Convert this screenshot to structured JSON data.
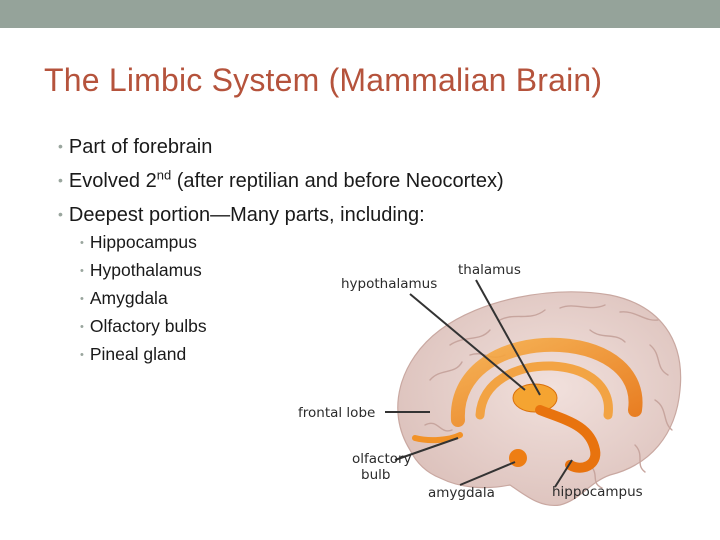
{
  "slide": {
    "title": "The Limbic System (Mammalian Brain)",
    "bullets": [
      {
        "text": "Part of forebrain"
      },
      {
        "text_before": "Evolved 2",
        "superscript": "nd",
        "text_after": " (after reptilian and before Neocortex)"
      },
      {
        "text": "Deepest portion—Many parts, including:"
      }
    ],
    "sub_bullets": [
      "Hippocampus",
      "Hypothalamus",
      "Amygdala",
      "Olfactory bulbs",
      "Pineal gland"
    ],
    "bullet_glyph": "•"
  },
  "figure": {
    "labels": {
      "thalamus": "thalamus",
      "hypothalamus": "hypothalamus",
      "frontal_lobe": "frontal lobe",
      "olfactory_line1": "olfactory",
      "olfactory_line2": "bulb",
      "amygdala": "amygdala",
      "hippocampus": "hippocampus"
    },
    "colors": {
      "brain": "#e8d3cf",
      "limbic": "#f08a1c",
      "accent": "#b5533c"
    }
  }
}
